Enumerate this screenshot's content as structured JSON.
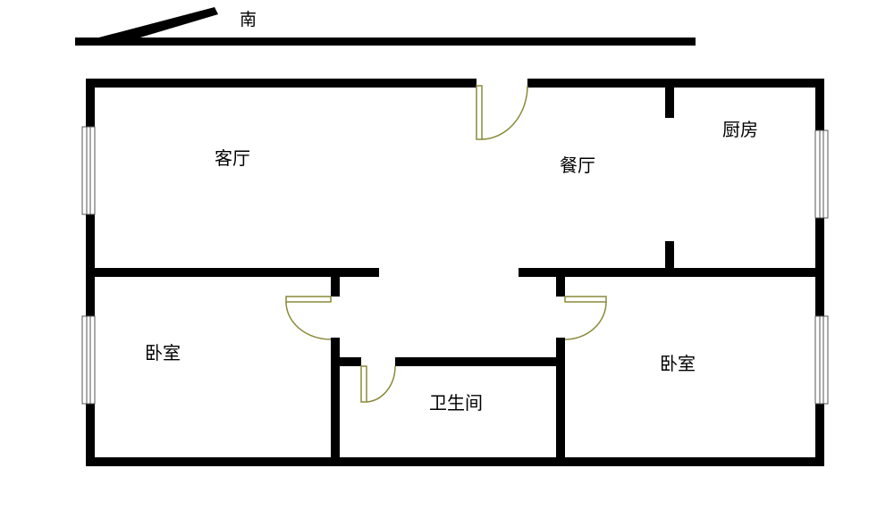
{
  "compass": {
    "direction_label": "南"
  },
  "rooms": {
    "living_room": "客厅",
    "dining_room": "餐厅",
    "kitchen": "厨房",
    "bedroom_left": "卧室",
    "bathroom": "卫生间",
    "bedroom_right": "卧室"
  },
  "colors": {
    "wall": "#000000",
    "door_arc": "#8a8a3a",
    "window_frame": "#555555",
    "background": "#ffffff"
  }
}
